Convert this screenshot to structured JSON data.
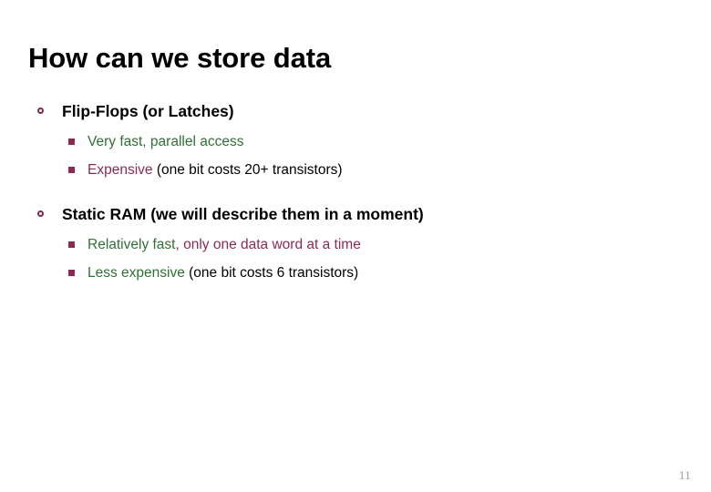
{
  "slide": {
    "title": "How can we store data",
    "page_number": "11",
    "background_color": "#ffffff",
    "colors": {
      "title": "#000000",
      "level1_bullet_marker": "#7B2B4E",
      "level2_bullet_marker": "#8C2A55",
      "green_text": "#2F7134",
      "maroon_text": "#8C2A55",
      "black_text": "#000000",
      "page_number": "#9C9C9C"
    },
    "bullets": [
      {
        "marker": "open-circle",
        "text": "Flip-Flops (or Latches)",
        "children": [
          {
            "marker": "filled-square",
            "runs": [
              {
                "text": "Very fast, parallel access",
                "color": "green"
              }
            ]
          },
          {
            "marker": "filled-square",
            "runs": [
              {
                "text": "Expensive",
                "color": "maroon"
              },
              {
                "text": " (one bit costs 20+ transistors)",
                "color": "black"
              }
            ]
          }
        ]
      },
      {
        "marker": "open-circle",
        "text": "Static RAM (we will describe them in a moment)",
        "children": [
          {
            "marker": "filled-square",
            "runs": [
              {
                "text": "Relatively fast",
                "color": "green"
              },
              {
                "text": ", only one data word at a time",
                "color": "maroon"
              }
            ]
          },
          {
            "marker": "filled-square",
            "runs": [
              {
                "text": "Less expensive",
                "color": "green"
              },
              {
                "text": " (one bit costs 6 transistors)",
                "color": "black"
              }
            ]
          }
        ]
      }
    ]
  }
}
